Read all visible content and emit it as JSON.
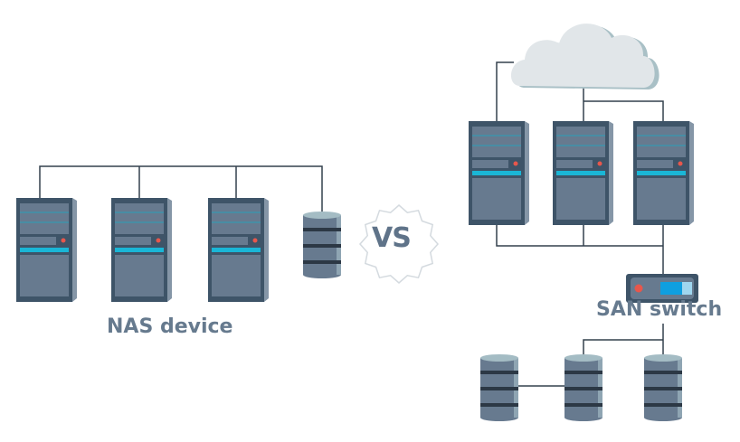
{
  "labels": {
    "nas": "NAS device",
    "san": "SAN switch",
    "versus": "VS"
  },
  "nas_diagram": {
    "servers": 3,
    "storage_devices": 1
  },
  "san_diagram": {
    "cloud": 1,
    "servers": 3,
    "switch": 1,
    "storage_devices": 3
  },
  "colors": {
    "server_frame": "#3e5468",
    "server_panel": "#677a8f",
    "server_side": "#8596a7",
    "accent_cyan": "#1ab6d6",
    "led_red": "#e7574c",
    "line": "#33404d",
    "cloud": "#e1e6e9",
    "cloud_shadow": "#a9c0c6",
    "disk_body": "#677a8f",
    "disk_top": "#a4bcc4",
    "disk_band": "#2c3845",
    "switch_blue": "#0f9fe0",
    "switch_lightblue": "#9fd6ef",
    "label_text": "#667a8e"
  }
}
